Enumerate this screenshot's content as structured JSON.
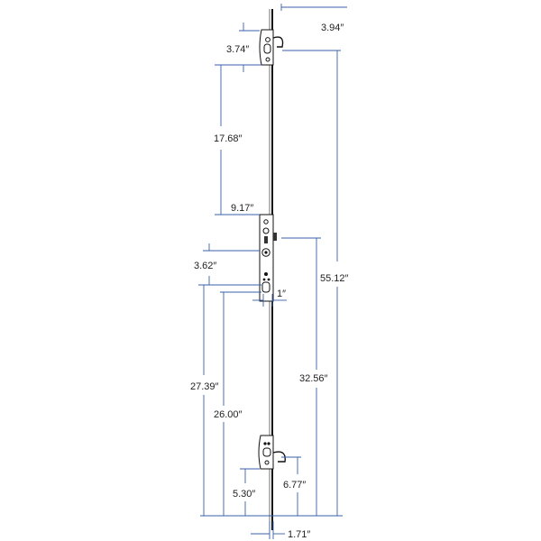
{
  "labels": {
    "top_offset": "3.94″",
    "top_hook": "3.74″",
    "upper_span": "17.68″",
    "center_top": "9.17″",
    "center_spindle": "3.62″",
    "backset": "1″",
    "overall": "55.12″",
    "spindle_height": "32.56″",
    "center_bottom": "27.39″",
    "lower_span": "26.00″",
    "bottom_hook_height": "6.77″",
    "bottom_hook": "5.30″",
    "bottom_offset": "1.71″"
  },
  "colors": {
    "dimension": "#3a5fa8",
    "part": "#111111"
  }
}
